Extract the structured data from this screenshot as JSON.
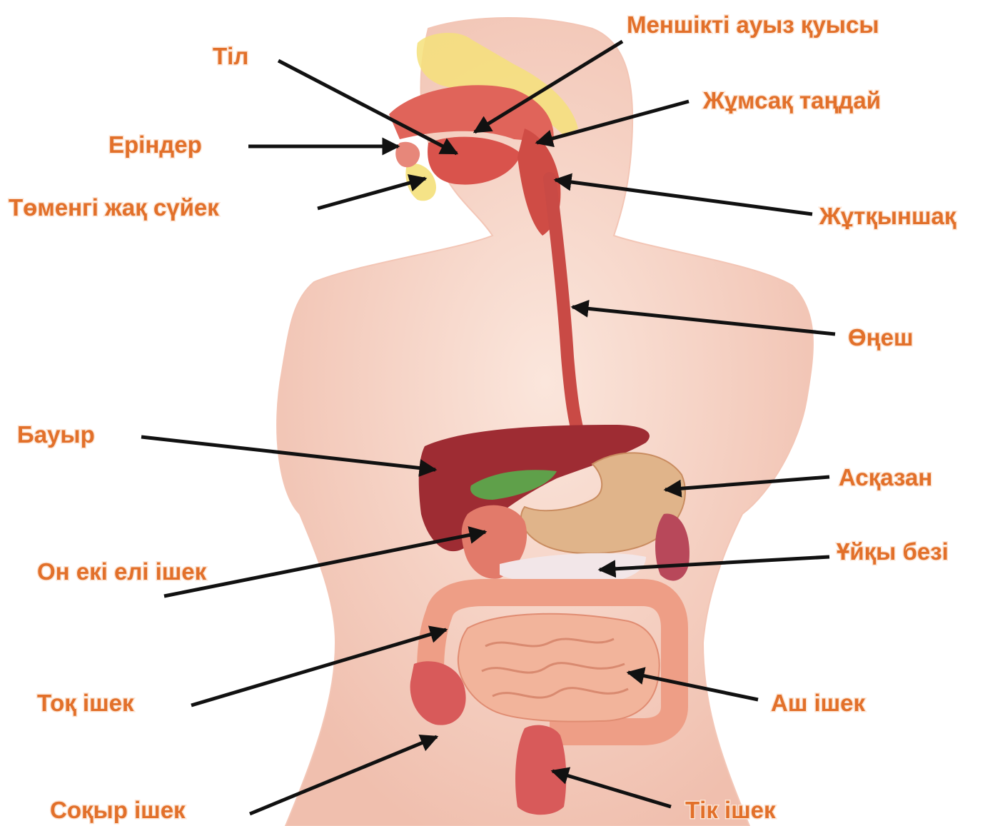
{
  "colors": {
    "label": "#e2702a",
    "arrow": "#111111",
    "skin": "#f8d3c4",
    "skin_shadow": "#efb5a0",
    "organ_red": "#c94a45",
    "liver": "#9e2c33",
    "stomach": "#e0b48a",
    "intestine": "#f2b49b",
    "colon": "#ee9e86",
    "gallbladder": "#5fa04a",
    "pancreas": "#f2e6e8",
    "bone": "#f4e07a"
  },
  "labels": {
    "mouth_cavity": "Меншікті ауыз қуысы",
    "tongue": "Тіл",
    "soft_palate": "Жұмсақ таңдай",
    "lips": "Еріндер",
    "lower_jaw": "Төменгі жақ сүйек",
    "pharynx": "Жұтқыншақ",
    "esophagus": "Өңеш",
    "liver": "Бауыр",
    "stomach": "Асқазан",
    "duodenum": "Он екі елі ішек",
    "pancreas": "Ұйқы безі",
    "large_intestine": "Тоқ ішек",
    "small_intestine": "Аш ішек",
    "cecum": "Соқыр ішек",
    "rectum": "Тік ішек"
  }
}
